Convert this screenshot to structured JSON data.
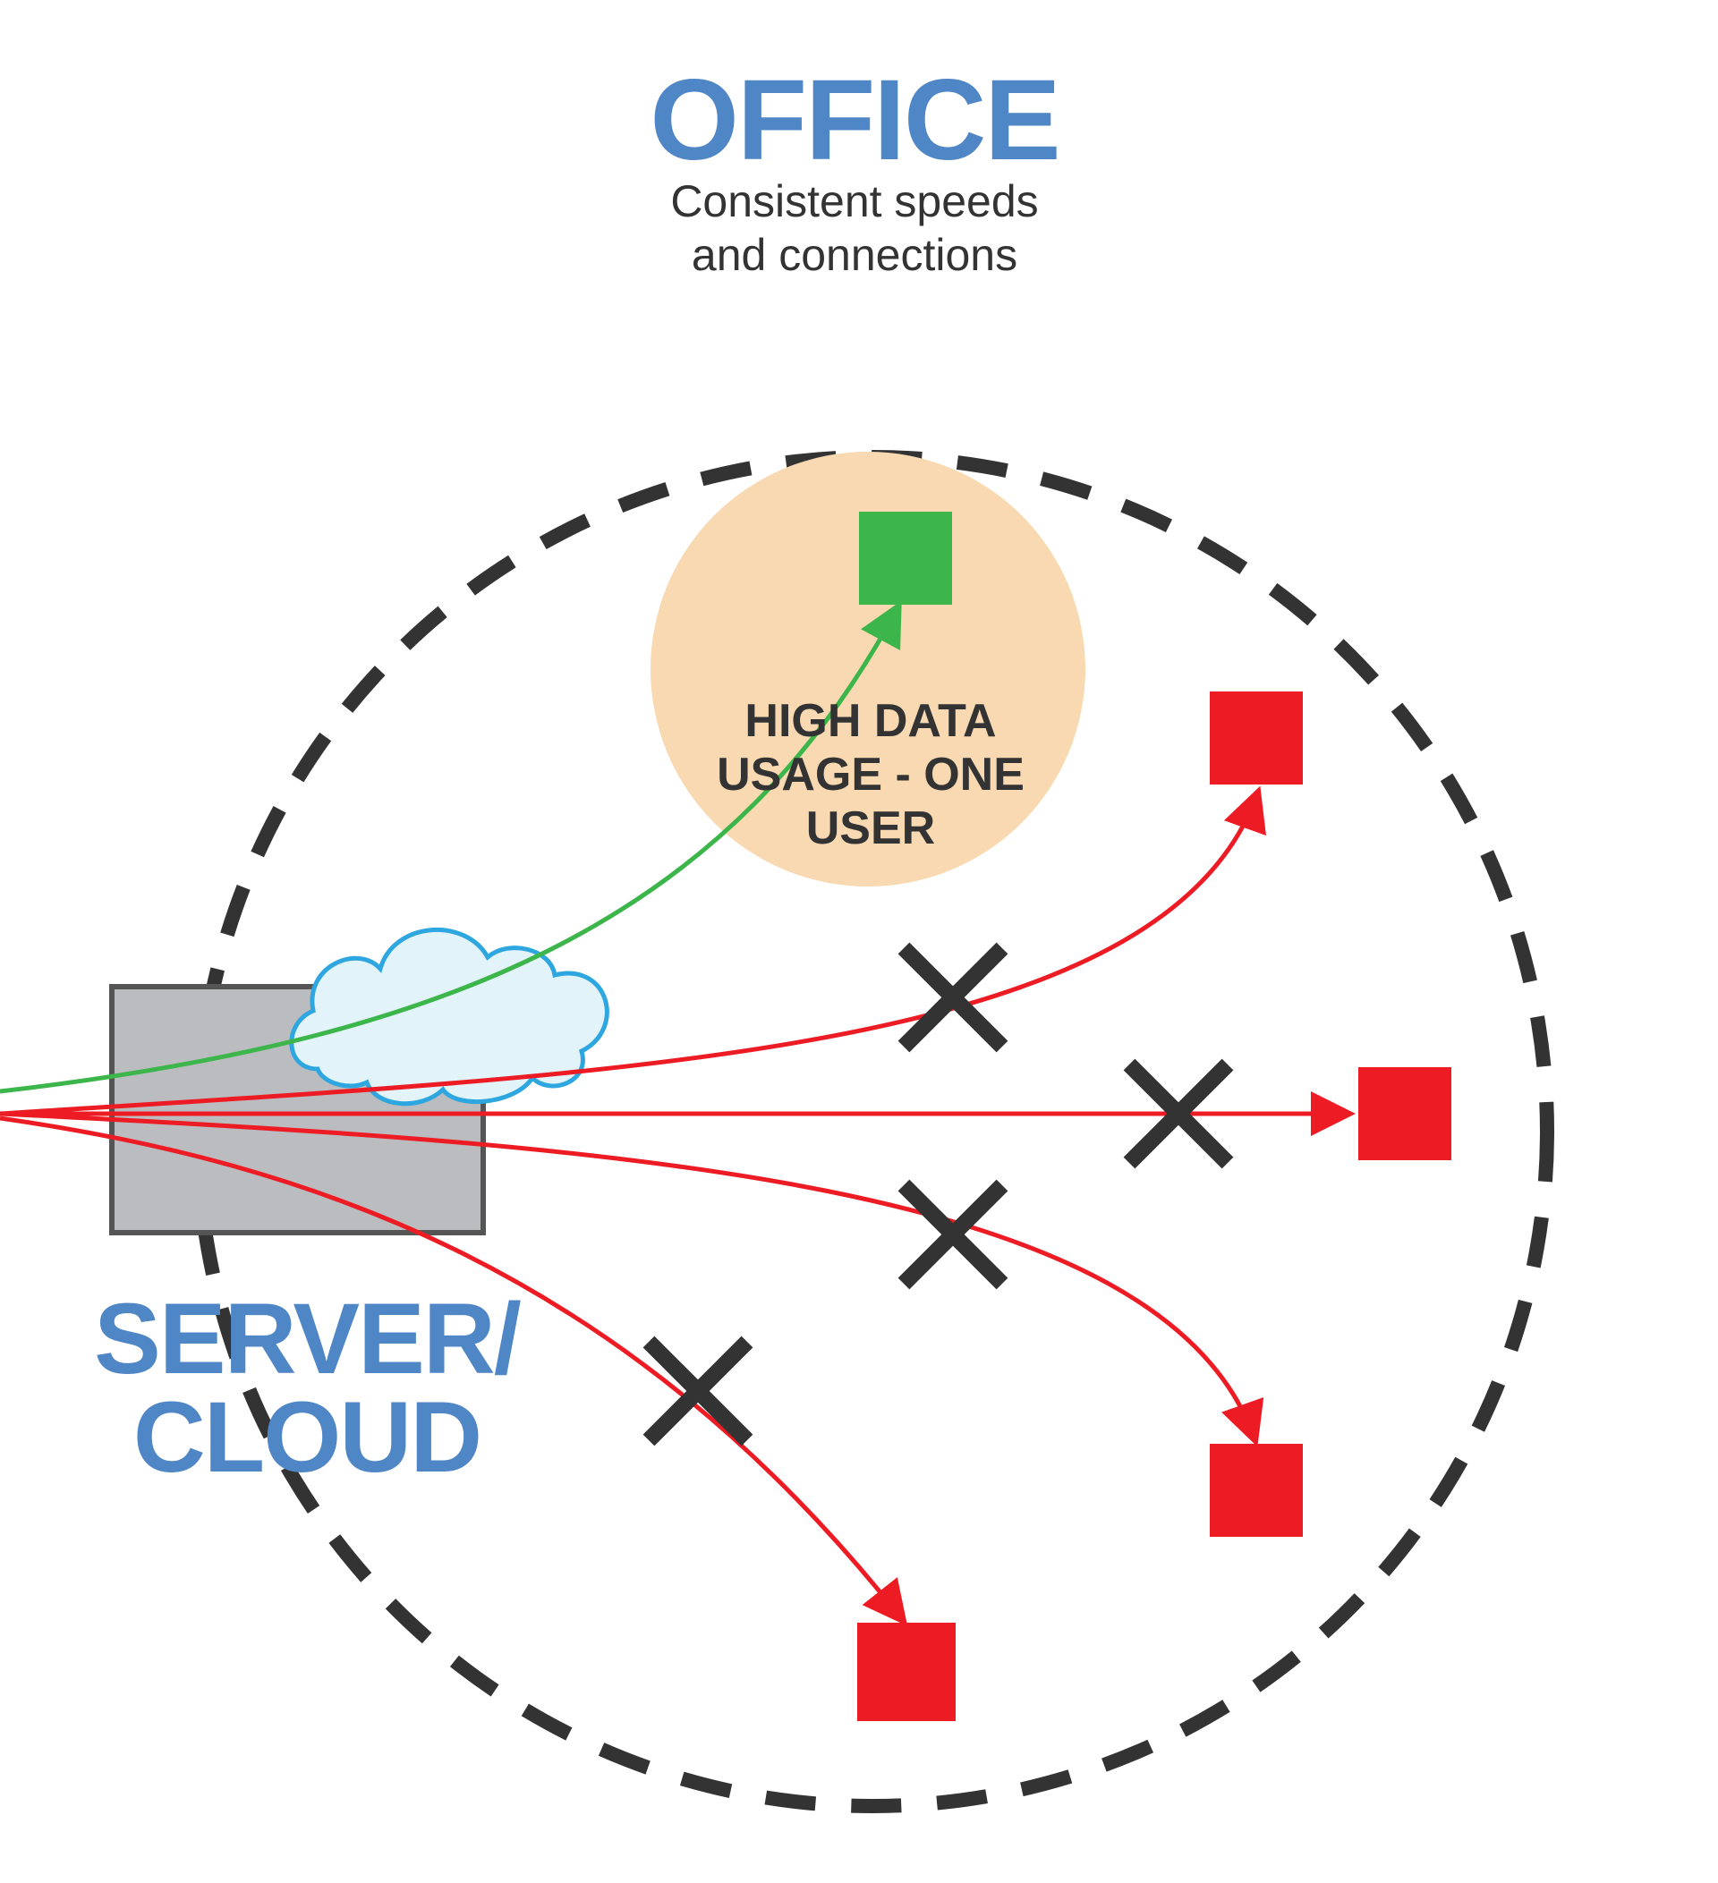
{
  "header": {
    "title": "OFFICE",
    "subtitle_lines": [
      "Consistent speeds",
      "and connections"
    ]
  },
  "high_usage_bubble": {
    "lines": [
      "HIGH DATA",
      "USAGE - ONE",
      "USER"
    ]
  },
  "server": {
    "label_lines": [
      "SERVER/",
      "CLOUD"
    ]
  },
  "colors": {
    "title_blue": "#4f86c6",
    "text_dark": "#333333",
    "boundary": "#333333",
    "bubble_fill": "#f8d9b2",
    "green": "#3cb54a",
    "red": "#ed1c24",
    "server_fill": "#bbbcbf",
    "server_stroke": "#555555",
    "cloud_fill": "#e2f3fa",
    "cloud_stroke": "#2ea6df"
  },
  "icons": {
    "blocked": "x-mark-icon",
    "device": "square-device-icon",
    "cloud": "cloud-icon"
  }
}
